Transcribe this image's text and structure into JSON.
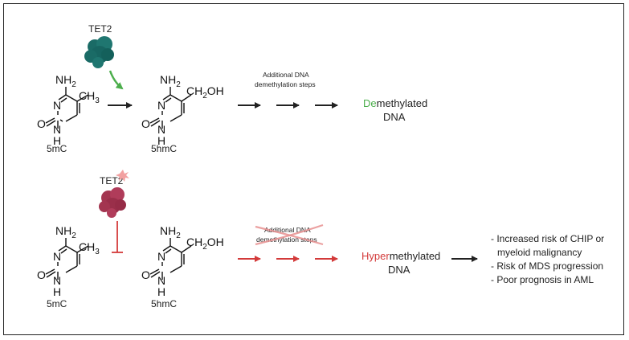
{
  "colors": {
    "active_enzyme": "#1a6b66",
    "inactive_enzyme": "#a33550",
    "activation_arrow": "#4cae4c",
    "inhibition": "#d33a3a",
    "de_highlight": "#4cae4c",
    "hyper_highlight": "#d33a3a",
    "mutation_star": "#f2a0a0"
  },
  "top_row": {
    "enzyme_label": "TET2",
    "substrate": {
      "nh": "NH",
      "nh_sub": "2",
      "n": "N",
      "o": "O",
      "h": "H",
      "ch": "CH",
      "ch_sub": "3",
      "label": "5mC"
    },
    "product": {
      "nh": "NH",
      "nh_sub": "2",
      "n": "N",
      "o": "O",
      "h": "H",
      "group": "CH",
      "group_sub": "2",
      "group_end": "OH",
      "label": "5hmC"
    },
    "steps_line1": "Additional DNA",
    "steps_line2": "demethylation steps",
    "result_prefix": "De",
    "result_rest": "methylated",
    "result_line2": "DNA"
  },
  "bottom_row": {
    "enzyme_label": "TET2",
    "substrate": {
      "nh": "NH",
      "nh_sub": "2",
      "n": "N",
      "o": "O",
      "h": "H",
      "ch": "CH",
      "ch_sub": "3",
      "label": "5mC"
    },
    "product": {
      "nh": "NH",
      "nh_sub": "2",
      "n": "N",
      "o": "O",
      "h": "H",
      "group": "CH",
      "group_sub": "2",
      "group_end": "OH",
      "label": "5hmC"
    },
    "steps_line1": "Additional DNA",
    "steps_line2": "demethylation steps",
    "result_prefix": "Hyper",
    "result_rest": "methylated",
    "result_line2": "DNA",
    "outcomes": [
      "- Increased risk of CHIP or",
      "  myeloid malignancy",
      "- Risk of MDS progression",
      "- Poor prognosis in AML"
    ]
  }
}
